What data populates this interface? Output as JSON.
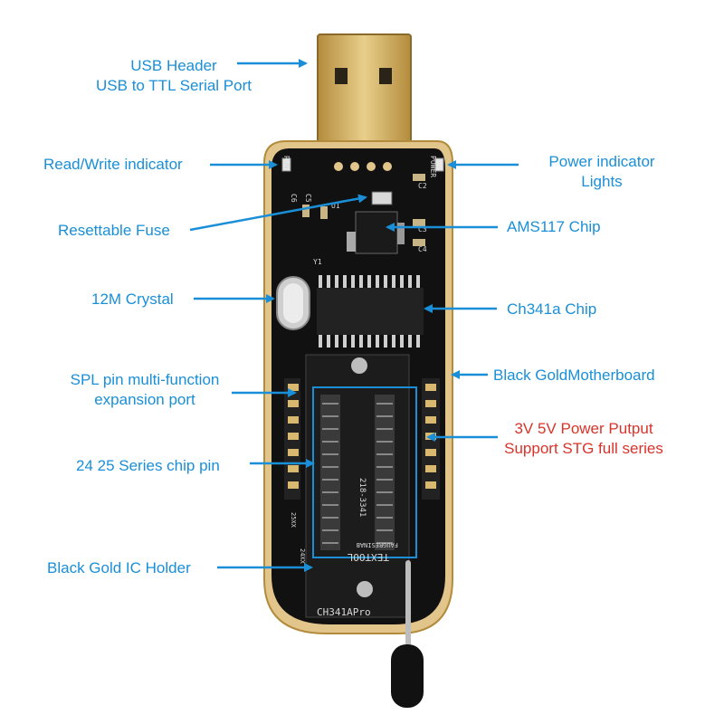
{
  "colors": {
    "callout": "#1a8fd8",
    "callout_red": "#d9342b",
    "board": "#111111",
    "gold": "#d9b870"
  },
  "labels": {
    "usb_header_1": "USB Header",
    "usb_header_2": "USB to TTL Serial Port",
    "read_write": "Read/Write indicator",
    "power_indicator_1": "Power indicator",
    "power_indicator_2": "Lights",
    "resettable_fuse": "Resettable Fuse",
    "ams117": "AMS117 Chip",
    "crystal": "12M Crystal",
    "ch341a_chip": "Ch341a Chip",
    "spl_1": "SPL pin multi-function",
    "spl_2": "expansion port",
    "black_gold_mb": "Black GoldMotherboard",
    "power_output_1": "3V 5V Power Putput",
    "power_output_2": "Support STG full series",
    "series_pin": "24 25 Series chip pin",
    "ic_holder": "Black Gold IC Holder"
  },
  "pcb": {
    "run": "RUN",
    "power": "POWER",
    "c6": "C6",
    "c5": "C5",
    "c2": "C2",
    "c3": "C3",
    "c4": "C4",
    "y1": "Y1",
    "u1": "U1",
    "zif_text": "TEXTOOL",
    "zif_part": "218-3341",
    "zif_series": "FAUGRESINAB",
    "model": "CH341APro",
    "s25xx": "25XX",
    "s24xx": "24XX"
  }
}
